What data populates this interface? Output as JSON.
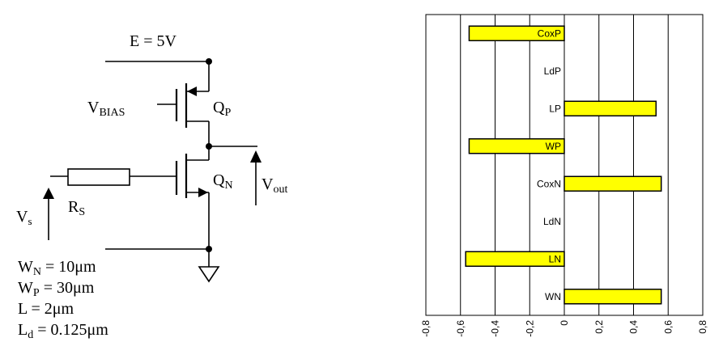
{
  "schematic": {
    "supply_label": "E = 5V",
    "vbias": {
      "main": "V",
      "sub": "BIAS"
    },
    "qp": {
      "main": "Q",
      "sub": "P"
    },
    "qn": {
      "main": "Q",
      "sub": "N"
    },
    "vout": {
      "main": "V",
      "sub": "out"
    },
    "rs": {
      "main": "R",
      "sub": "S"
    },
    "vs": {
      "main": "V",
      "sub": "s"
    },
    "params": [
      {
        "main": "W",
        "sub": "N",
        "value": " = 10μm"
      },
      {
        "main": "W",
        "sub": "P",
        "value": " = 30μm"
      },
      {
        "main": "L",
        "sub": "",
        "value": " = 2μm"
      },
      {
        "main": "L",
        "sub": "d",
        "value": " = 0.125μm"
      }
    ]
  },
  "chart_data": {
    "type": "bar",
    "orientation": "horizontal",
    "categories": [
      "CoxP",
      "LdP",
      "LP",
      "WP",
      "CoxN",
      "LdN",
      "LN",
      "WN"
    ],
    "values": [
      -0.55,
      0.0,
      0.53,
      -0.55,
      0.56,
      0.0,
      -0.57,
      0.56
    ],
    "xlim": [
      -0.8,
      0.8
    ],
    "xticks": [
      "-0,8",
      "-0,6",
      "-0,4",
      "-0,2",
      "0",
      "0,2",
      "0,4",
      "0,6",
      "0,8"
    ],
    "grid": "vertical",
    "bar_color": "#ffff00",
    "bar_stroke": "#000000"
  }
}
